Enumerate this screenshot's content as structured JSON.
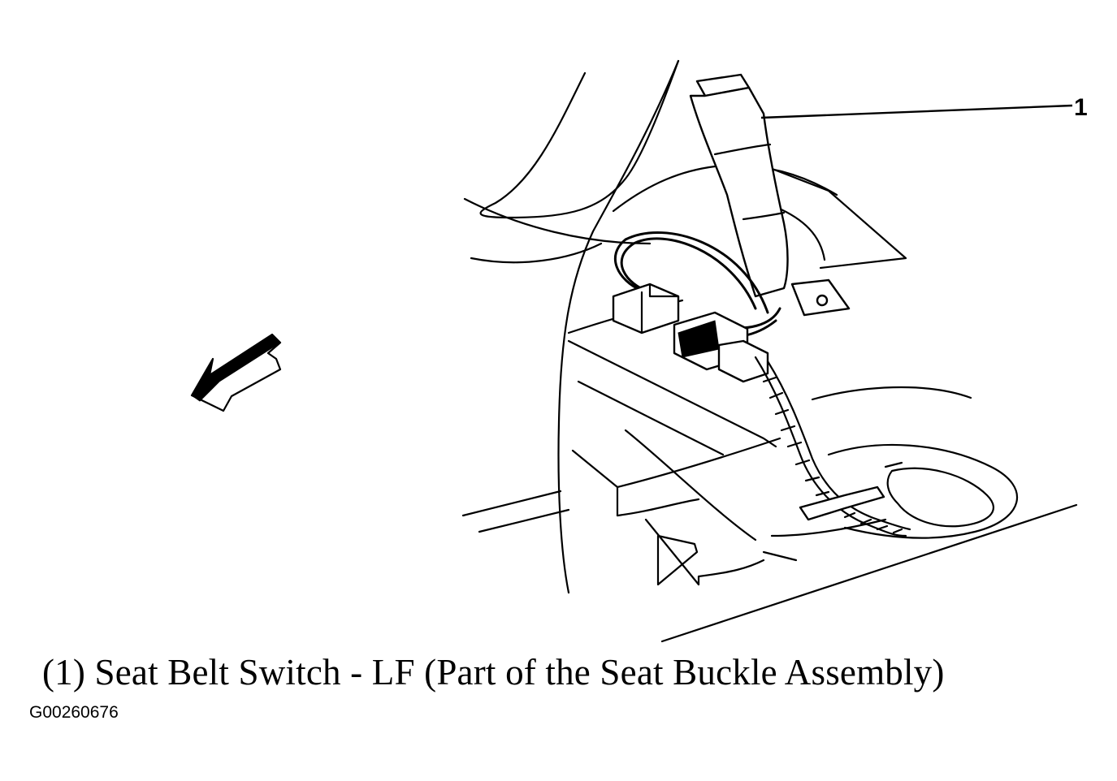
{
  "diagram": {
    "callout": {
      "number": "1",
      "target": "seat-buckle-assembly"
    },
    "caption": "(1) Seat Belt Switch - LF (Part of the Seat Buckle Assembly)",
    "figure_id": "G00260676",
    "colors": {
      "line": "#000000",
      "background": "#ffffff"
    },
    "icons": {
      "direction": "front-direction-arrow-icon"
    }
  }
}
